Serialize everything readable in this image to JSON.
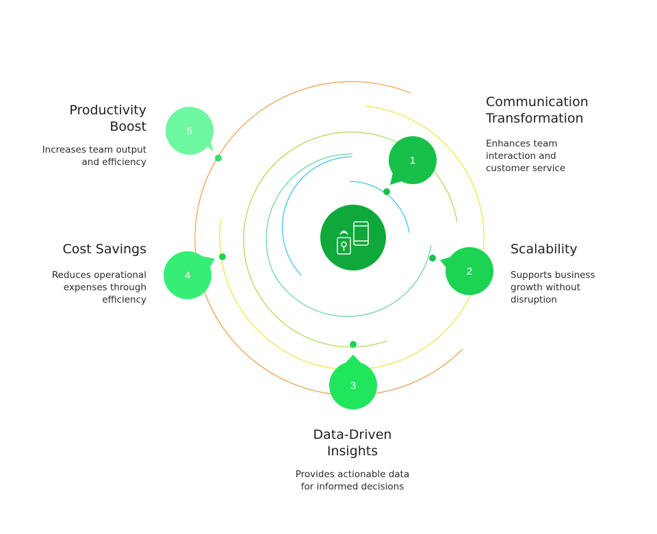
{
  "center": {
    "icon": "mobile-devices-icon",
    "color": "#0fa83a"
  },
  "items": [
    {
      "number": "1",
      "title_line1": "Communication",
      "title_line2": "Transformation",
      "desc_line1": "Enhances team",
      "desc_line2": "interaction and",
      "desc_line3": "customer service",
      "color": "#17c049"
    },
    {
      "number": "2",
      "title_line1": "Scalability",
      "title_line2": "",
      "desc_line1": "Supports business",
      "desc_line2": "growth without",
      "desc_line3": "disruption",
      "color": "#1cd352"
    },
    {
      "number": "3",
      "title_line1": "Data-Driven",
      "title_line2": "Insights",
      "desc_line1": "Provides actionable data",
      "desc_line2": "for informed decisions",
      "desc_line3": "",
      "color": "#20e65e"
    },
    {
      "number": "4",
      "title_line1": "Cost Savings",
      "title_line2": "",
      "desc_line1": "Reduces operational",
      "desc_line2": "expenses through",
      "desc_line3": "efficiency",
      "color": "#36ee76"
    },
    {
      "number": "5",
      "title_line1": "Productivity",
      "title_line2": "Boost",
      "desc_line1": "Increases team output",
      "desc_line2": "and efficiency",
      "desc_line3": "",
      "color": "#6cf7a0"
    }
  ],
  "ring_colors": [
    "#3ec6e8",
    "#6fd4a8",
    "#a8da5a",
    "#f2e24a",
    "#f0a052"
  ]
}
